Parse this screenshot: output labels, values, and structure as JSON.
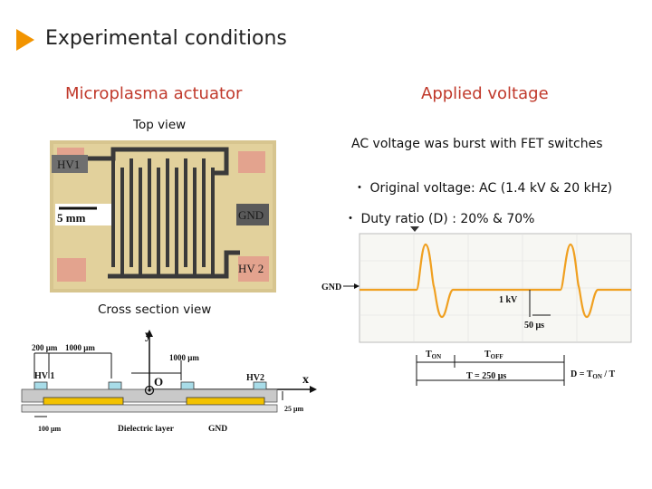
{
  "slide": {
    "title": "Experimental conditions"
  },
  "left": {
    "heading": "Microplasma actuator",
    "top_view_label": "Top view",
    "cross_section_label": "Cross section view",
    "photo": {
      "hv1": "HV1",
      "gnd": "GND",
      "hv2": "HV 2",
      "scale": "5 mm"
    },
    "diagram": {
      "dim_200": "200 μm",
      "dim_1000a": "1000 μm",
      "dim_1000b": "1000 μm",
      "hv1": "HV 1",
      "hv2": "HV2",
      "y_axis": "y",
      "x_axis": "x",
      "origin": "O",
      "dim_25": "25 μm",
      "dim_100": "100 μm",
      "dielectric": "Dielectric layer",
      "gnd": "GND"
    }
  },
  "right": {
    "heading": "Applied voltage",
    "burst_note": "AC voltage was burst with FET switches",
    "bullet_original": "・ Original voltage: AC (1.4 kV & 20 kHz)",
    "bullet_duty": "・ Duty ratio (D) : 20% & 70%",
    "scope": {
      "gnd": "GND",
      "scale_v": "1 kV",
      "scale_t": "50 μs",
      "t_on": "T",
      "t_on_sub": "ON",
      "t_off": "T",
      "t_off_sub": "OFF",
      "period": "T = 250 μs",
      "duty_formula_a": "D = T",
      "duty_formula_sub": "ON",
      "duty_formula_b": " / T"
    }
  },
  "colors": {
    "accent": "#f29400",
    "heading": "#c0392b",
    "waveform": "#f0a020"
  }
}
